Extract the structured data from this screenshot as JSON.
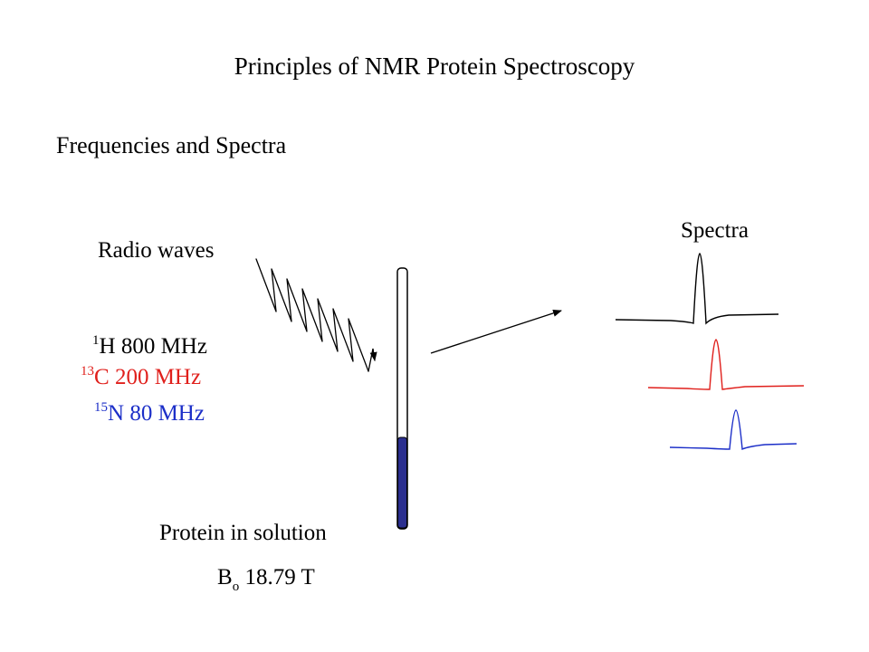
{
  "title": "Principles of NMR Protein Spectroscopy",
  "subtitle": "Frequencies and Spectra",
  "radio_waves_label": "Radio waves",
  "spectra_label": "Spectra",
  "frequencies": [
    {
      "isotope_mass": "1",
      "element": "H",
      "value": "800 MHz",
      "color": "#000000"
    },
    {
      "isotope_mass": "13",
      "element": "C",
      "value": "200 MHz",
      "color": "#e0201c"
    },
    {
      "isotope_mass": "15",
      "element": "N",
      "value": "80 MHz",
      "color": "#1c2fc8"
    }
  ],
  "sample_label": "Protein in solution",
  "field": {
    "symbol": "B",
    "subscript": "o",
    "value": "18.79 T"
  },
  "colors": {
    "tube_fill": "#2b2f8f",
    "spectrum_h": "#000000",
    "spectrum_c": "#e0201c",
    "spectrum_n": "#1c2fc8"
  },
  "icons": [
    "radio-wave-icon",
    "nmr-tube-icon",
    "signal-arrow-icon",
    "spectrum-peak-icon"
  ]
}
